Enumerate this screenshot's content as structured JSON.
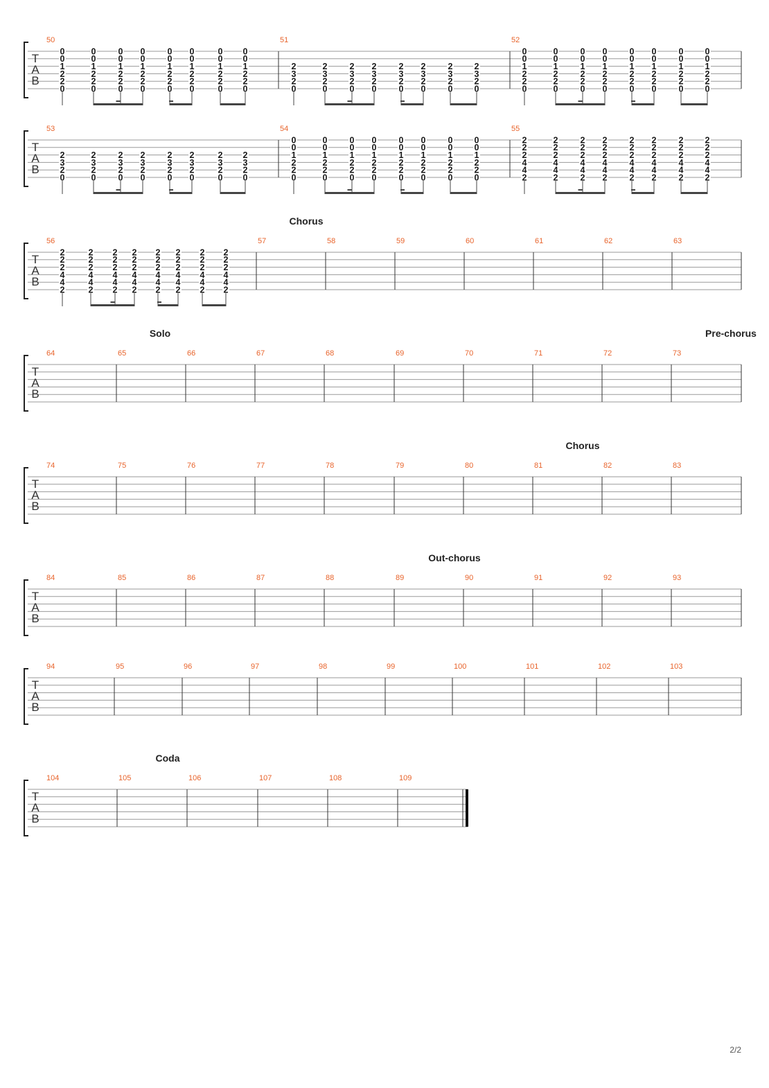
{
  "page_number": "2/2",
  "tab_clef": [
    "T",
    "A",
    "B"
  ],
  "sections": [
    {
      "label": "Chorus",
      "bar": 57
    },
    {
      "label": "Solo",
      "bar": 65
    },
    {
      "label": "Pre-chorus",
      "bar": 73
    },
    {
      "label": "Chorus",
      "bar": 81
    },
    {
      "label": "Out-chorus",
      "bar": 89
    },
    {
      "label": "Coda",
      "bar": 105
    }
  ],
  "systems": [
    {
      "bars": [
        {
          "number": "50",
          "chords": [
            [
              "0",
              "0",
              "1",
              "2",
              "2",
              "0"
            ],
            [
              "0",
              "0",
              "1",
              "2",
              "2",
              "0"
            ],
            [
              "0",
              "0",
              "1",
              "2",
              "2",
              "0"
            ],
            [
              "0",
              "0",
              "1",
              "2",
              "2",
              "0"
            ],
            [
              "0",
              "0",
              "1",
              "2",
              "2",
              "0"
            ],
            [
              "0",
              "0",
              "1",
              "2",
              "2",
              "0"
            ],
            [
              "0",
              "0",
              "1",
              "2",
              "2",
              "0"
            ],
            [
              "0",
              "0",
              "1",
              "2",
              "2",
              "0"
            ]
          ]
        },
        {
          "number": "51",
          "chords": [
            [
              "2",
              "3",
              "2",
              "0"
            ],
            [
              "2",
              "3",
              "2",
              "0"
            ],
            [
              "2",
              "3",
              "2",
              "0"
            ],
            [
              "2",
              "3",
              "2",
              "0"
            ],
            [
              "2",
              "3",
              "2",
              "0"
            ],
            [
              "2",
              "3",
              "2",
              "0"
            ],
            [
              "2",
              "3",
              "2",
              "0"
            ],
            [
              "2",
              "3",
              "2",
              "0"
            ]
          ]
        },
        {
          "number": "52",
          "chords": [
            [
              "0",
              "0",
              "1",
              "2",
              "2",
              "0"
            ],
            [
              "0",
              "0",
              "1",
              "2",
              "2",
              "0"
            ],
            [
              "0",
              "0",
              "1",
              "2",
              "2",
              "0"
            ],
            [
              "0",
              "0",
              "1",
              "2",
              "2",
              "0"
            ],
            [
              "0",
              "0",
              "1",
              "2",
              "2",
              "0"
            ],
            [
              "0",
              "0",
              "1",
              "2",
              "2",
              "0"
            ],
            [
              "0",
              "0",
              "1",
              "2",
              "2",
              "0"
            ],
            [
              "0",
              "0",
              "1",
              "2",
              "2",
              "0"
            ]
          ]
        }
      ]
    },
    {
      "bars": [
        {
          "number": "53",
          "chords": [
            [
              "2",
              "3",
              "2",
              "0"
            ],
            [
              "2",
              "3",
              "2",
              "0"
            ],
            [
              "2",
              "3",
              "2",
              "0"
            ],
            [
              "2",
              "3",
              "2",
              "0"
            ],
            [
              "2",
              "3",
              "2",
              "0"
            ],
            [
              "2",
              "3",
              "2",
              "0"
            ],
            [
              "2",
              "3",
              "2",
              "0"
            ],
            [
              "2",
              "3",
              "2",
              "0"
            ]
          ]
        },
        {
          "number": "54",
          "chords": [
            [
              "0",
              "0",
              "1",
              "2",
              "2",
              "0"
            ],
            [
              "0",
              "0",
              "1",
              "2",
              "2",
              "0"
            ],
            [
              "0",
              "0",
              "1",
              "2",
              "2",
              "0"
            ],
            [
              "0",
              "0",
              "1",
              "2",
              "2",
              "0"
            ],
            [
              "0",
              "0",
              "1",
              "2",
              "2",
              "0"
            ],
            [
              "0",
              "0",
              "1",
              "2",
              "2",
              "0"
            ],
            [
              "0",
              "0",
              "1",
              "2",
              "2",
              "0"
            ],
            [
              "0",
              "0",
              "1",
              "2",
              "2",
              "0"
            ]
          ]
        },
        {
          "number": "55",
          "chords": [
            [
              "2",
              "2",
              "2",
              "4",
              "4",
              "2"
            ],
            [
              "2",
              "2",
              "2",
              "4",
              "4",
              "2"
            ],
            [
              "2",
              "2",
              "2",
              "4",
              "4",
              "2"
            ],
            [
              "2",
              "2",
              "2",
              "4",
              "4",
              "2"
            ],
            [
              "2",
              "2",
              "2",
              "4",
              "4",
              "2"
            ],
            [
              "2",
              "2",
              "2",
              "4",
              "4",
              "2"
            ],
            [
              "2",
              "2",
              "2",
              "4",
              "4",
              "2"
            ],
            [
              "2",
              "2",
              "2",
              "4",
              "4",
              "2"
            ]
          ]
        }
      ]
    },
    {
      "bars": [
        {
          "number": "56",
          "chords": [
            [
              "2",
              "2",
              "2",
              "4",
              "4",
              "2"
            ],
            [
              "2",
              "2",
              "2",
              "4",
              "4",
              "2"
            ],
            [
              "2",
              "2",
              "2",
              "4",
              "4",
              "2"
            ],
            [
              "2",
              "2",
              "2",
              "4",
              "4",
              "2"
            ],
            [
              "2",
              "2",
              "2",
              "4",
              "4",
              "2"
            ],
            [
              "2",
              "2",
              "2",
              "4",
              "4",
              "2"
            ],
            [
              "2",
              "2",
              "2",
              "4",
              "4",
              "2"
            ],
            [
              "2",
              "2",
              "2",
              "4",
              "4",
              "2"
            ]
          ]
        },
        {
          "number": "57"
        },
        {
          "number": "58"
        },
        {
          "number": "59"
        },
        {
          "number": "60"
        },
        {
          "number": "61"
        },
        {
          "number": "62"
        },
        {
          "number": "63"
        }
      ]
    },
    {
      "bars": [
        {
          "number": "64"
        },
        {
          "number": "65"
        },
        {
          "number": "66"
        },
        {
          "number": "67"
        },
        {
          "number": "68"
        },
        {
          "number": "69"
        },
        {
          "number": "70"
        },
        {
          "number": "71"
        },
        {
          "number": "72"
        },
        {
          "number": "73"
        }
      ]
    },
    {
      "bars": [
        {
          "number": "74"
        },
        {
          "number": "75"
        },
        {
          "number": "76"
        },
        {
          "number": "77"
        },
        {
          "number": "78"
        },
        {
          "number": "79"
        },
        {
          "number": "80"
        },
        {
          "number": "81"
        },
        {
          "number": "82"
        },
        {
          "number": "83"
        }
      ]
    },
    {
      "bars": [
        {
          "number": "84"
        },
        {
          "number": "85"
        },
        {
          "number": "86"
        },
        {
          "number": "87"
        },
        {
          "number": "88"
        },
        {
          "number": "89"
        },
        {
          "number": "90"
        },
        {
          "number": "91"
        },
        {
          "number": "92"
        },
        {
          "number": "93"
        }
      ]
    },
    {
      "bars": [
        {
          "number": "94"
        },
        {
          "number": "95"
        },
        {
          "number": "96"
        },
        {
          "number": "97"
        },
        {
          "number": "98"
        },
        {
          "number": "99"
        },
        {
          "number": "100"
        },
        {
          "number": "101"
        },
        {
          "number": "102"
        },
        {
          "number": "103"
        }
      ]
    },
    {
      "bars": [
        {
          "number": "104"
        },
        {
          "number": "105"
        },
        {
          "number": "106"
        },
        {
          "number": "107"
        },
        {
          "number": "108"
        },
        {
          "number": "109"
        }
      ]
    }
  ]
}
